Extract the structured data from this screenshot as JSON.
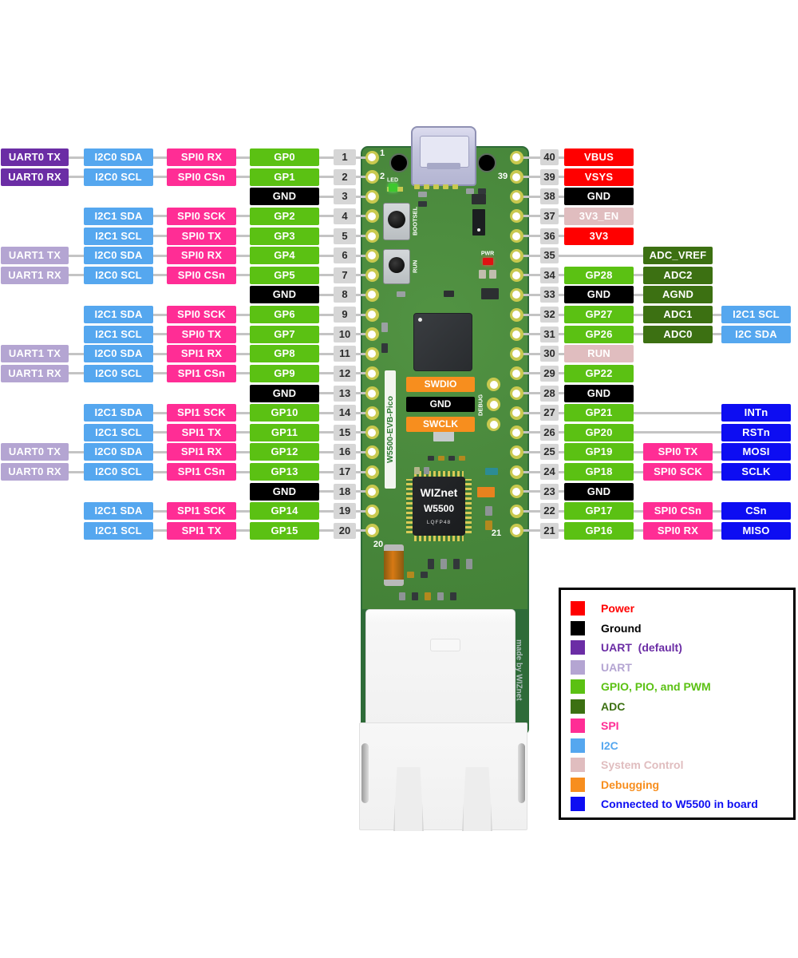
{
  "colors": {
    "power": "#FF0000",
    "ground": "#000000",
    "uart_default": "#6B2DA5",
    "uart": "#B4A5D2",
    "gpio": "#5BC113",
    "adc": "#3C7012",
    "spi": "#FF2D95",
    "i2c": "#55A7EF",
    "system": "#E0BDBF",
    "debug": "#F78E1E",
    "w5500": "#0D0DF2",
    "pin_box": "#D6D6D6",
    "wire": "#C4C4C4",
    "pcb": "#48873B",
    "pcb_dark": "#2E6B38",
    "pad": "#C9C94F"
  },
  "left_rows": [
    {
      "pin": "1",
      "cells": [
        {
          "col": 0,
          "text": "UART0 TX",
          "kind": "uart_default"
        },
        {
          "col": 1,
          "text": "I2C0 SDA",
          "kind": "i2c"
        },
        {
          "col": 2,
          "text": "SPI0 RX",
          "kind": "spi"
        },
        {
          "col": 3,
          "text": "GP0",
          "kind": "gpio"
        }
      ]
    },
    {
      "pin": "2",
      "cells": [
        {
          "col": 0,
          "text": "UART0 RX",
          "kind": "uart_default"
        },
        {
          "col": 1,
          "text": "I2C0 SCL",
          "kind": "i2c"
        },
        {
          "col": 2,
          "text": "SPI0 CSn",
          "kind": "spi"
        },
        {
          "col": 3,
          "text": "GP1",
          "kind": "gpio"
        }
      ]
    },
    {
      "pin": "3",
      "cells": [
        {
          "col": 3,
          "text": "GND",
          "kind": "ground"
        }
      ]
    },
    {
      "pin": "4",
      "cells": [
        {
          "col": 1,
          "text": "I2C1 SDA",
          "kind": "i2c"
        },
        {
          "col": 2,
          "text": "SPI0 SCK",
          "kind": "spi"
        },
        {
          "col": 3,
          "text": "GP2",
          "kind": "gpio"
        }
      ]
    },
    {
      "pin": "5",
      "cells": [
        {
          "col": 1,
          "text": "I2C1 SCL",
          "kind": "i2c"
        },
        {
          "col": 2,
          "text": "SPI0 TX",
          "kind": "spi"
        },
        {
          "col": 3,
          "text": "GP3",
          "kind": "gpio"
        }
      ]
    },
    {
      "pin": "6",
      "cells": [
        {
          "col": 0,
          "text": "UART1 TX",
          "kind": "uart"
        },
        {
          "col": 1,
          "text": "I2C0 SDA",
          "kind": "i2c"
        },
        {
          "col": 2,
          "text": "SPI0 RX",
          "kind": "spi"
        },
        {
          "col": 3,
          "text": "GP4",
          "kind": "gpio"
        }
      ]
    },
    {
      "pin": "7",
      "cells": [
        {
          "col": 0,
          "text": "UART1 RX",
          "kind": "uart"
        },
        {
          "col": 1,
          "text": "I2C0 SCL",
          "kind": "i2c"
        },
        {
          "col": 2,
          "text": "SPI0 CSn",
          "kind": "spi"
        },
        {
          "col": 3,
          "text": "GP5",
          "kind": "gpio"
        }
      ]
    },
    {
      "pin": "8",
      "cells": [
        {
          "col": 3,
          "text": "GND",
          "kind": "ground"
        }
      ]
    },
    {
      "pin": "9",
      "cells": [
        {
          "col": 1,
          "text": "I2C1 SDA",
          "kind": "i2c"
        },
        {
          "col": 2,
          "text": "SPI0 SCK",
          "kind": "spi"
        },
        {
          "col": 3,
          "text": "GP6",
          "kind": "gpio"
        }
      ]
    },
    {
      "pin": "10",
      "cells": [
        {
          "col": 1,
          "text": "I2C1 SCL",
          "kind": "i2c"
        },
        {
          "col": 2,
          "text": "SPI0 TX",
          "kind": "spi"
        },
        {
          "col": 3,
          "text": "GP7",
          "kind": "gpio"
        }
      ]
    },
    {
      "pin": "11",
      "cells": [
        {
          "col": 0,
          "text": "UART1 TX",
          "kind": "uart"
        },
        {
          "col": 1,
          "text": "I2C0 SDA",
          "kind": "i2c"
        },
        {
          "col": 2,
          "text": "SPI1 RX",
          "kind": "spi"
        },
        {
          "col": 3,
          "text": "GP8",
          "kind": "gpio"
        }
      ]
    },
    {
      "pin": "12",
      "cells": [
        {
          "col": 0,
          "text": "UART1 RX",
          "kind": "uart"
        },
        {
          "col": 1,
          "text": "I2C0 SCL",
          "kind": "i2c"
        },
        {
          "col": 2,
          "text": "SPI1 CSn",
          "kind": "spi"
        },
        {
          "col": 3,
          "text": "GP9",
          "kind": "gpio"
        }
      ]
    },
    {
      "pin": "13",
      "cells": [
        {
          "col": 3,
          "text": "GND",
          "kind": "ground"
        }
      ]
    },
    {
      "pin": "14",
      "cells": [
        {
          "col": 1,
          "text": "I2C1 SDA",
          "kind": "i2c"
        },
        {
          "col": 2,
          "text": "SPI1 SCK",
          "kind": "spi"
        },
        {
          "col": 3,
          "text": "GP10",
          "kind": "gpio"
        }
      ]
    },
    {
      "pin": "15",
      "cells": [
        {
          "col": 1,
          "text": "I2C1 SCL",
          "kind": "i2c"
        },
        {
          "col": 2,
          "text": "SPI1 TX",
          "kind": "spi"
        },
        {
          "col": 3,
          "text": "GP11",
          "kind": "gpio"
        }
      ]
    },
    {
      "pin": "16",
      "cells": [
        {
          "col": 0,
          "text": "UART0 TX",
          "kind": "uart"
        },
        {
          "col": 1,
          "text": "I2C0 SDA",
          "kind": "i2c"
        },
        {
          "col": 2,
          "text": "SPI1 RX",
          "kind": "spi"
        },
        {
          "col": 3,
          "text": "GP12",
          "kind": "gpio"
        }
      ]
    },
    {
      "pin": "17",
      "cells": [
        {
          "col": 0,
          "text": "UART0 RX",
          "kind": "uart"
        },
        {
          "col": 1,
          "text": "I2C0 SCL",
          "kind": "i2c"
        },
        {
          "col": 2,
          "text": "SPI1 CSn",
          "kind": "spi"
        },
        {
          "col": 3,
          "text": "GP13",
          "kind": "gpio"
        }
      ]
    },
    {
      "pin": "18",
      "cells": [
        {
          "col": 3,
          "text": "GND",
          "kind": "ground"
        }
      ]
    },
    {
      "pin": "19",
      "cells": [
        {
          "col": 1,
          "text": "I2C1 SDA",
          "kind": "i2c"
        },
        {
          "col": 2,
          "text": "SPI1 SCK",
          "kind": "spi"
        },
        {
          "col": 3,
          "text": "GP14",
          "kind": "gpio"
        }
      ]
    },
    {
      "pin": "20",
      "cells": [
        {
          "col": 1,
          "text": "I2C1 SCL",
          "kind": "i2c"
        },
        {
          "col": 2,
          "text": "SPI1 TX",
          "kind": "spi"
        },
        {
          "col": 3,
          "text": "GP15",
          "kind": "gpio"
        }
      ]
    }
  ],
  "right_rows": [
    {
      "pin": "40",
      "cells": [
        {
          "col": 0,
          "text": "VBUS",
          "kind": "power"
        }
      ]
    },
    {
      "pin": "39",
      "cells": [
        {
          "col": 0,
          "text": "VSYS",
          "kind": "power"
        }
      ]
    },
    {
      "pin": "38",
      "cells": [
        {
          "col": 0,
          "text": "GND",
          "kind": "ground"
        }
      ]
    },
    {
      "pin": "37",
      "cells": [
        {
          "col": 0,
          "text": "3V3_EN",
          "kind": "system"
        }
      ]
    },
    {
      "pin": "36",
      "cells": [
        {
          "col": 0,
          "text": "3V3",
          "kind": "power"
        }
      ]
    },
    {
      "pin": "35",
      "cells": [
        {
          "col": 1,
          "text": "ADC_VREF",
          "kind": "adc"
        }
      ]
    },
    {
      "pin": "34",
      "cells": [
        {
          "col": 0,
          "text": "GP28",
          "kind": "gpio"
        },
        {
          "col": 1,
          "text": "ADC2",
          "kind": "adc"
        }
      ]
    },
    {
      "pin": "33",
      "cells": [
        {
          "col": 0,
          "text": "GND",
          "kind": "ground"
        },
        {
          "col": 1,
          "text": "AGND",
          "kind": "adc"
        }
      ]
    },
    {
      "pin": "32",
      "cells": [
        {
          "col": 0,
          "text": "GP27",
          "kind": "gpio"
        },
        {
          "col": 1,
          "text": "ADC1",
          "kind": "adc"
        },
        {
          "col": 2,
          "text": "I2C1 SCL",
          "kind": "i2c"
        }
      ]
    },
    {
      "pin": "31",
      "cells": [
        {
          "col": 0,
          "text": "GP26",
          "kind": "gpio"
        },
        {
          "col": 1,
          "text": "ADC0",
          "kind": "adc"
        },
        {
          "col": 2,
          "text": "I2C SDA",
          "kind": "i2c"
        }
      ]
    },
    {
      "pin": "30",
      "cells": [
        {
          "col": 0,
          "text": "RUN",
          "kind": "system"
        }
      ]
    },
    {
      "pin": "29",
      "cells": [
        {
          "col": 0,
          "text": "GP22",
          "kind": "gpio"
        }
      ]
    },
    {
      "pin": "28",
      "cells": [
        {
          "col": 0,
          "text": "GND",
          "kind": "ground"
        }
      ]
    },
    {
      "pin": "27",
      "cells": [
        {
          "col": 0,
          "text": "GP21",
          "kind": "gpio"
        },
        {
          "col": 2,
          "text": "INTn",
          "kind": "w5500"
        }
      ]
    },
    {
      "pin": "26",
      "cells": [
        {
          "col": 0,
          "text": "GP20",
          "kind": "gpio"
        },
        {
          "col": 2,
          "text": "RSTn",
          "kind": "w5500"
        }
      ]
    },
    {
      "pin": "25",
      "cells": [
        {
          "col": 0,
          "text": "GP19",
          "kind": "gpio"
        },
        {
          "col": 1,
          "text": "SPI0 TX",
          "kind": "spi"
        },
        {
          "col": 2,
          "text": "MOSI",
          "kind": "w5500"
        }
      ]
    },
    {
      "pin": "24",
      "cells": [
        {
          "col": 0,
          "text": "GP18",
          "kind": "gpio"
        },
        {
          "col": 1,
          "text": "SPI0 SCK",
          "kind": "spi"
        },
        {
          "col": 2,
          "text": "SCLK",
          "kind": "w5500"
        }
      ]
    },
    {
      "pin": "23",
      "cells": [
        {
          "col": 0,
          "text": "GND",
          "kind": "ground"
        }
      ]
    },
    {
      "pin": "22",
      "cells": [
        {
          "col": 0,
          "text": "GP17",
          "kind": "gpio"
        },
        {
          "col": 1,
          "text": "SPI0 CSn",
          "kind": "spi"
        },
        {
          "col": 2,
          "text": "CSn",
          "kind": "w5500"
        }
      ]
    },
    {
      "pin": "21",
      "cells": [
        {
          "col": 0,
          "text": "GP16",
          "kind": "gpio"
        },
        {
          "col": 1,
          "text": "SPI0 RX",
          "kind": "spi"
        },
        {
          "col": 2,
          "text": "MISO",
          "kind": "w5500"
        }
      ]
    }
  ],
  "board": {
    "silk": {
      "pin1": "1",
      "pin2": "2",
      "pin39": "39",
      "pin20": "20",
      "pin21": "21",
      "led": "LED",
      "pwr": "PWR",
      "bootsel": "BOOTSEL",
      "run": "RUN",
      "debug": "DEBUG",
      "name": "W5500-EVB-Pico",
      "made_by": "made by WIZnet"
    },
    "swd": [
      {
        "label": "SWDIO",
        "kind": "debug"
      },
      {
        "label": "GND",
        "kind": "ground"
      },
      {
        "label": "SWCLK",
        "kind": "debug"
      }
    ],
    "chip": {
      "brand": "WIZnet",
      "part": "W5500",
      "package": "LQFP48"
    }
  },
  "legend": {
    "items": [
      {
        "label": "Power",
        "kind": "power"
      },
      {
        "label": "Ground",
        "kind": "ground"
      },
      {
        "label": "UART  (default)",
        "kind": "uart_default"
      },
      {
        "label": "UART",
        "kind": "uart"
      },
      {
        "label": "GPIO, PIO, and PWM",
        "kind": "gpio"
      },
      {
        "label": "ADC",
        "kind": "adc"
      },
      {
        "label": "SPI",
        "kind": "spi"
      },
      {
        "label": "I2C",
        "kind": "i2c"
      },
      {
        "label": "System Control",
        "kind": "system"
      },
      {
        "label": "Debugging",
        "kind": "debug"
      },
      {
        "label": "Connected to W5500 in board",
        "kind": "w5500"
      }
    ]
  }
}
